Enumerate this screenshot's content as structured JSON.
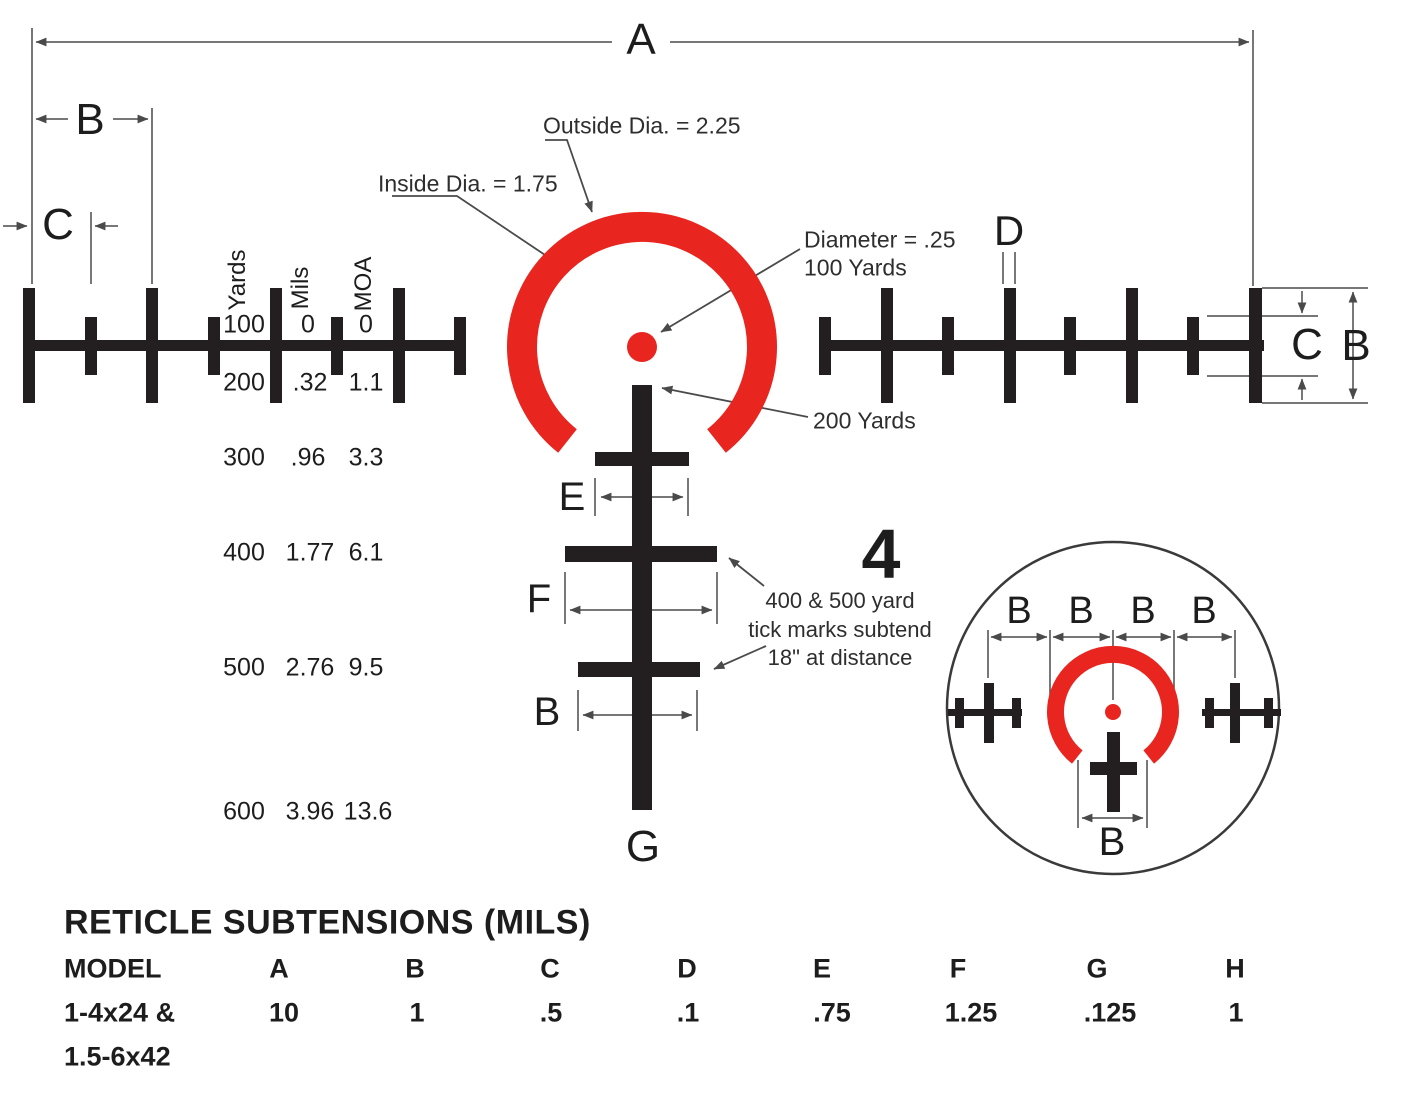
{
  "colors": {
    "reticle_red": "#e8251f",
    "reticle_black": "#231f20"
  },
  "dim_labels": {
    "a": "A",
    "b_top": "B",
    "c_top": "C",
    "d": "D",
    "e": "E",
    "f": "F",
    "b_mid": "B",
    "g": "G",
    "c_right": "C",
    "b_right": "B",
    "inset_b1": "B",
    "inset_b2": "B",
    "inset_b3": "B",
    "inset_b4": "B",
    "inset_b_bottom": "B",
    "magnification": "4"
  },
  "annotations": {
    "outside_dia": "Outside Dia. = 2.25",
    "inside_dia": "Inside Dia. = 1.75",
    "dot_line1": "Diameter = .25",
    "dot_line2": "100 Yards",
    "post_top": "200 Yards",
    "note_line1": "400 & 500 yard",
    "note_line2": "tick marks subtend",
    "note_line3": "18\" at distance"
  },
  "range_table": {
    "headers": [
      "Yards",
      "Mils",
      "MOA"
    ],
    "rows": [
      [
        "100",
        "0",
        "0"
      ],
      [
        "200",
        ".32",
        "1.1"
      ],
      [
        "300",
        ".96",
        "3.3"
      ],
      [
        "400",
        "1.77",
        "6.1"
      ],
      [
        "500",
        "2.76",
        "9.5"
      ],
      [
        "600",
        "3.96",
        "13.6"
      ]
    ]
  },
  "subtension_table": {
    "title": "RETICLE SUBTENSIONS (MILS)",
    "col_model": "MODEL",
    "columns": [
      "A",
      "B",
      "C",
      "D",
      "E",
      "F",
      "G",
      "H"
    ],
    "model_line1": "1-4x24 &",
    "model_line2": "1.5-6x42",
    "values": [
      "10",
      "1",
      ".5",
      ".1",
      ".75",
      "1.25",
      ".125",
      "1"
    ]
  }
}
